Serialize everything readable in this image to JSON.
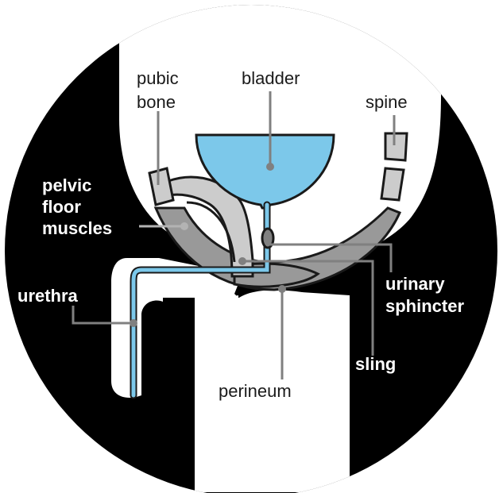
{
  "colors": {
    "background": "#000000",
    "body": "#ffffff",
    "bladder": "#7cc8ea",
    "bone": "#cccccc",
    "muscle": "#999999",
    "outline": "#1a1a1a",
    "leader_on_light": "#808080",
    "leader_on_dark": "#b3b3b3"
  },
  "labels": {
    "pubic_bone": [
      "pubic",
      "bone"
    ],
    "bladder": "bladder",
    "spine": "spine",
    "pelvic_floor_muscles": [
      "pelvic",
      "floor",
      "muscles"
    ],
    "urethra": "urethra",
    "urinary_sphincter": [
      "urinary",
      "sphincter"
    ],
    "sling": "sling",
    "perineum": "perineum"
  }
}
